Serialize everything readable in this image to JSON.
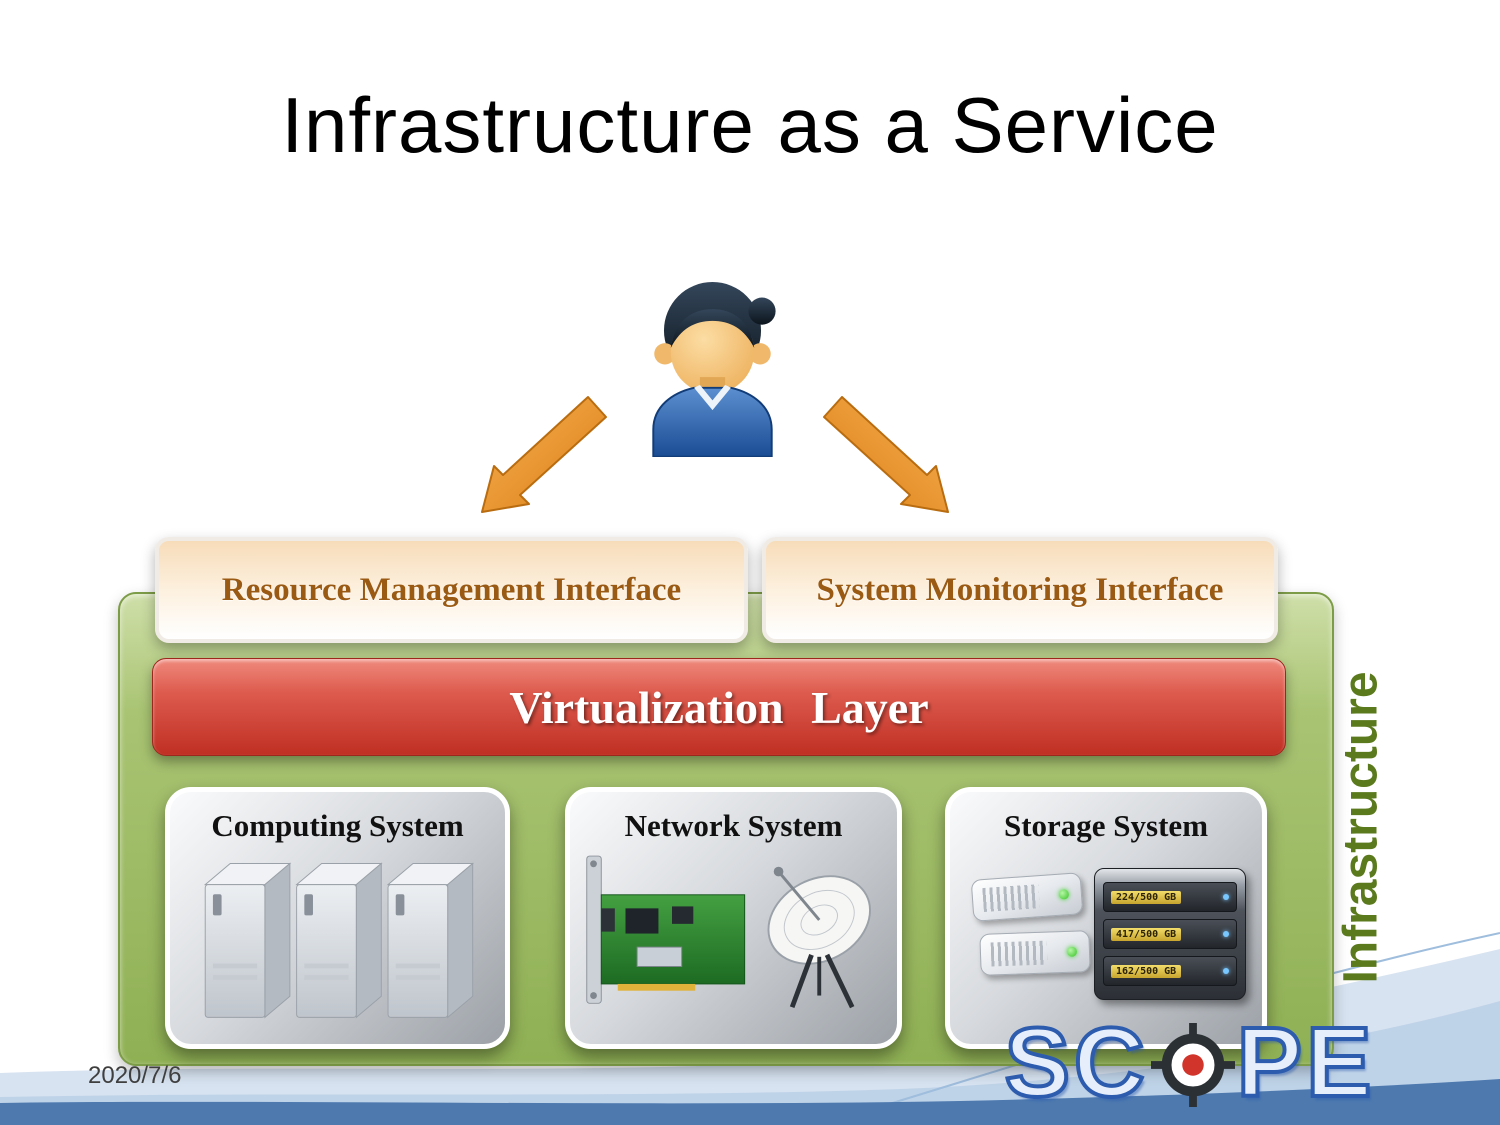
{
  "title": "Infrastructure as a Service",
  "date": "2020/7/6",
  "interfaces": {
    "resource_management": "Resource Management Interface",
    "system_monitoring": "System Monitoring Interface"
  },
  "virtualization_layer": "Virtualization Layer",
  "infrastructure_label": "Infrastructure",
  "systems": {
    "computing": "Computing System",
    "network": "Network System",
    "storage": "Storage System"
  },
  "storage_rack_labels": [
    "224/500 GB",
    "417/500 GB",
    "162/500 GB"
  ],
  "logo": {
    "left": "SC",
    "right": "PE"
  },
  "icons": {
    "user": "person-icon",
    "arrows": "orange-down-arrows",
    "computing": "server-towers-icon",
    "network": "network-card-and-satellite-dish-icon",
    "storage": "disk-drives-and-rack-icon",
    "logo_o": "target-crosshair-icon"
  },
  "colors": {
    "green_panel": "#8fb054",
    "red_banner": "#c02f23",
    "interface_text": "#9a5a14",
    "infrastructure_text": "#5b7a1d",
    "arrow_orange": "#e08a1e",
    "wave_blue": "#4d79af",
    "logo_blue": "#2d5cae"
  }
}
